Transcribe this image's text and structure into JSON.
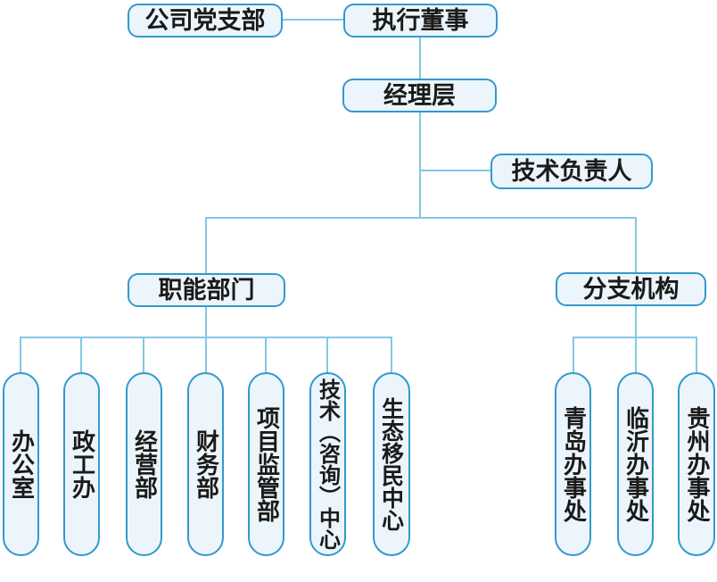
{
  "diagram": {
    "kind": "organization-chart",
    "colors": {
      "box_border": "#3399cc",
      "box_fill": "#ecf5fb",
      "connector": "#85c6e6",
      "text": "#1a1a1a",
      "background": "#ffffff"
    },
    "nodes": {
      "party_branch": {
        "label": "公司党支部"
      },
      "executive_director": {
        "label": "执行董事"
      },
      "management_layer": {
        "label": "经理层"
      },
      "technical_lead": {
        "label": "技术负责人"
      },
      "functional_departments": {
        "label": "职能部门"
      },
      "branch_offices": {
        "label": "分支机构"
      }
    },
    "departments": [
      {
        "label": "办公室"
      },
      {
        "label": "政工办"
      },
      {
        "label": "经营部"
      },
      {
        "label": "财务部"
      },
      {
        "label": "项目监管部"
      },
      {
        "label": "技术（咨询）中心"
      },
      {
        "label": "生态移民中心"
      }
    ],
    "branches": [
      {
        "label": "青岛办事处"
      },
      {
        "label": "临沂办事处"
      },
      {
        "label": "贵州办事处"
      }
    ]
  }
}
